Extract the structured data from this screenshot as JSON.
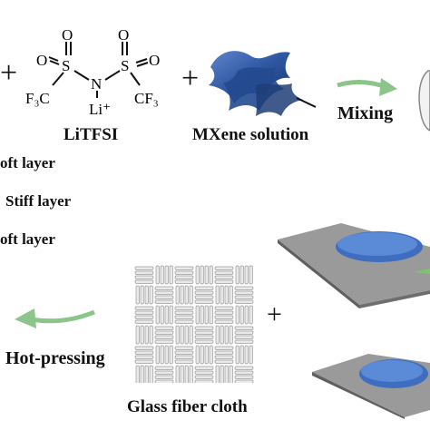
{
  "chem": {
    "o_top_left": "O",
    "o_top_right": "O",
    "s_left": "S",
    "s_right": "S",
    "o_mid_left": "O",
    "o_mid_right": "O",
    "n": "N",
    "f3c": "F₃C",
    "cf3": "CF₃",
    "li": "Li⁺"
  },
  "labels": {
    "plus_1": "+",
    "plus_2": "+",
    "plus_3": "+",
    "litfsi": "LiTFSI",
    "mxene": "MXene solution",
    "mixing": "Mixing",
    "soft_layer_1": "oft layer",
    "stiff_layer": "Stiff layer",
    "soft_layer_2": "oft layer",
    "hot_pressing": "Hot-pressing",
    "glass_fiber": "Glass fiber cloth"
  },
  "colors": {
    "arrow_green": "#8bc58a",
    "mxene_blue": "#2e56a0",
    "plate_gray": "#8e8e8e",
    "disk_blue": "#3f6ec0"
  }
}
